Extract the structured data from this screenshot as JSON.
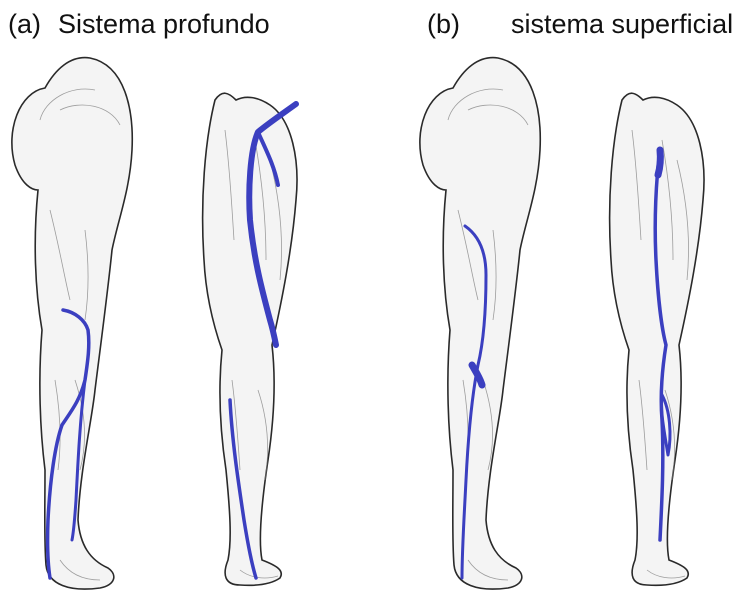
{
  "panels": [
    {
      "letter": "(a)",
      "title": "Sistema profundo"
    },
    {
      "letter": "(b)",
      "title": "sistema superficial"
    }
  ],
  "colors": {
    "vein": "#3b3fc0",
    "outline": "#2a2a2a",
    "skin": "#f4f4f4"
  }
}
